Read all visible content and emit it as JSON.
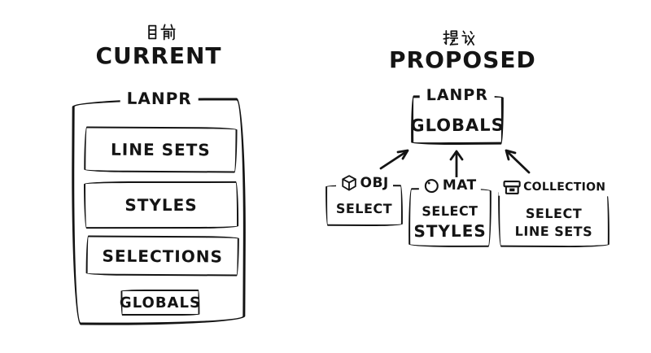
{
  "palette": {
    "ink": "#141414",
    "background": "#ffffff"
  },
  "left_panel": {
    "heading_cjk": "目前",
    "heading": "CURRENT",
    "container": {
      "title": "LANPR",
      "items": [
        {
          "label": "LINE SETS"
        },
        {
          "label": "STYLES"
        },
        {
          "label": "SELECTIONS"
        }
      ],
      "footer_item": {
        "label": "GLOBALS"
      }
    }
  },
  "right_panel": {
    "heading_cjk": "提议",
    "heading": "PROPOSED",
    "target_box": {
      "title": "LANPR",
      "label": "GLOBALS"
    },
    "source_boxes": [
      {
        "icon": "cube-icon",
        "tag": "OBJ",
        "lines": [
          "SELECT"
        ]
      },
      {
        "icon": "sphere-icon",
        "tag": "MAT",
        "lines": [
          "SELECT",
          "STYLES"
        ]
      },
      {
        "icon": "collection-icon",
        "tag": "COLLECTION",
        "lines": [
          "SELECT",
          "LINE SETS"
        ]
      }
    ],
    "arrows": [
      {
        "name": "obj-to-lanpr-globals"
      },
      {
        "name": "mat-to-lanpr-globals"
      },
      {
        "name": "collection-to-lanpr-globals"
      }
    ]
  }
}
